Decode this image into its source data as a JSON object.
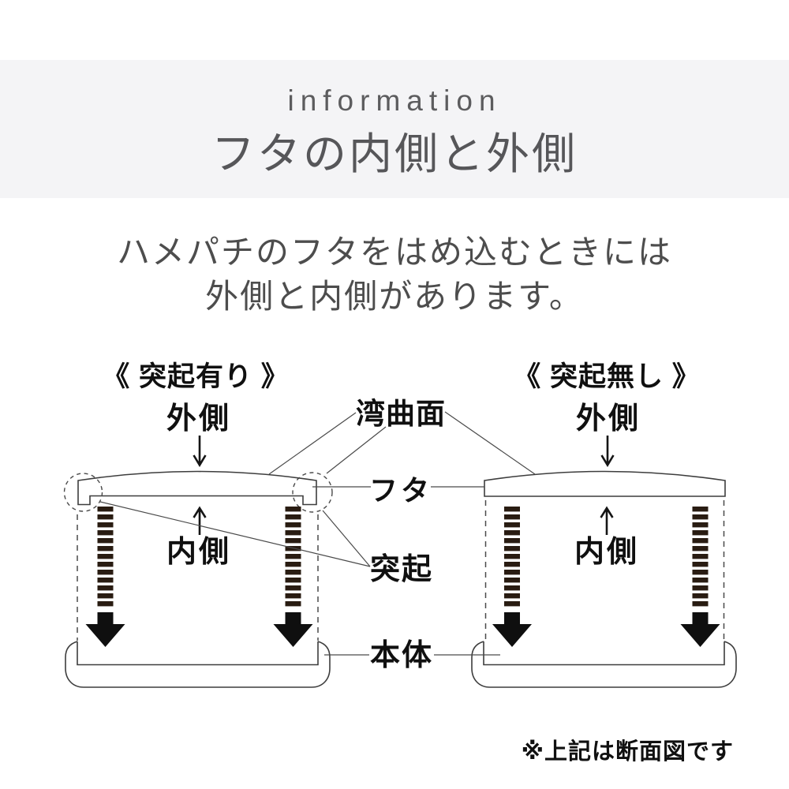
{
  "header": {
    "eyebrow": "information",
    "title": "フタの内側と外側"
  },
  "intro": {
    "line1": "ハメパチのフタをはめ込むときには",
    "line2": "外側と内側があります。"
  },
  "diagram": {
    "left_caption": "《 突起有り 》",
    "right_caption": "《 突起無し 》",
    "left_outside": "外側",
    "left_inside": "内側",
    "right_outside": "外側",
    "right_inside": "内側",
    "curved_surface": "湾曲面",
    "lid": "フタ",
    "protrusion": "突起",
    "body": "本体"
  },
  "footnote": "※上記は断面図です",
  "colors": {
    "band_bg": "#f4f4f6",
    "heading_text": "#58585a",
    "body_text": "#4d4d4d",
    "diagram_ink": "#101010",
    "outline": "#3d3d3d",
    "hatch": "#291c12",
    "solid_arrow": "#0f0f0f"
  }
}
